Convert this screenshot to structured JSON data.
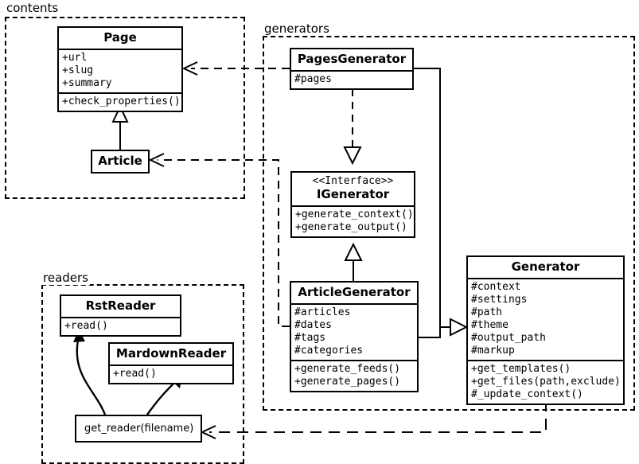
{
  "diagram": {
    "type": "uml-class-diagram",
    "packages": [
      {
        "name": "contents-package",
        "label": "contents"
      },
      {
        "name": "generators-package",
        "label": "generators"
      },
      {
        "name": "readers-package",
        "label": "readers"
      }
    ],
    "classes": {
      "page": {
        "title": "Page",
        "attributes": [
          "+url",
          "+slug",
          "+summary"
        ],
        "methods": [
          "+check_properties()"
        ]
      },
      "article": {
        "title": "Article",
        "attributes": [],
        "methods": []
      },
      "pages_generator": {
        "title": "PagesGenerator",
        "attributes": [
          "#pages"
        ],
        "methods": []
      },
      "igenerator": {
        "stereotype": "<<Interface>>",
        "title": "IGenerator",
        "attributes": [],
        "methods": [
          "+generate_context()",
          "+generate_output()"
        ]
      },
      "article_generator": {
        "title": "ArticleGenerator",
        "attributes": [
          "#articles",
          "#dates",
          "#tags",
          "#categories"
        ],
        "methods": [
          "+generate_feeds()",
          "+generate_pages()"
        ]
      },
      "generator": {
        "title": "Generator",
        "attributes": [
          "#context",
          "#settings",
          "#path",
          "#theme",
          "#output_path",
          "#markup"
        ],
        "methods": [
          "+get_templates()",
          "+get_files(path,exclude)",
          "#_update_context()"
        ]
      },
      "rst_reader": {
        "title": "RstReader",
        "attributes": [],
        "methods": [
          "+read()"
        ]
      },
      "mardown_reader": {
        "title": "MardownReader",
        "attributes": [],
        "methods": [
          "+read()"
        ]
      },
      "get_reader": {
        "title": "get_reader(filename)",
        "attributes": [],
        "methods": []
      }
    },
    "relationships": [
      {
        "name": "article-inherits-page",
        "from": "Article",
        "to": "Page",
        "kind": "generalization"
      },
      {
        "name": "pagesgenerator-realizes-igenerator",
        "from": "PagesGenerator",
        "to": "IGenerator",
        "kind": "realization"
      },
      {
        "name": "articlegenerator-realizes-igenerator",
        "from": "ArticleGenerator",
        "to": "IGenerator",
        "kind": "generalization"
      },
      {
        "name": "pagesgenerator-inherits-generator",
        "from": "PagesGenerator",
        "to": "Generator",
        "kind": "generalization"
      },
      {
        "name": "articlegenerator-inherits-generator",
        "from": "ArticleGenerator",
        "to": "Generator",
        "kind": "generalization"
      },
      {
        "name": "pagesgenerator-depends-page",
        "from": "PagesGenerator",
        "to": "Page",
        "kind": "dependency"
      },
      {
        "name": "articlegenerator-depends-article",
        "from": "ArticleGenerator",
        "to": "Article",
        "kind": "dependency"
      },
      {
        "name": "generator-depends-get-reader",
        "from": "Generator",
        "to": "get_reader",
        "kind": "dependency"
      },
      {
        "name": "get-reader-creates-rstreader",
        "from": "get_reader",
        "to": "RstReader",
        "kind": "creates"
      },
      {
        "name": "get-reader-creates-mardownreader",
        "from": "get_reader",
        "to": "MardownReader",
        "kind": "creates"
      }
    ],
    "colors": {
      "stroke": "#000000",
      "background": "#ffffff"
    }
  }
}
